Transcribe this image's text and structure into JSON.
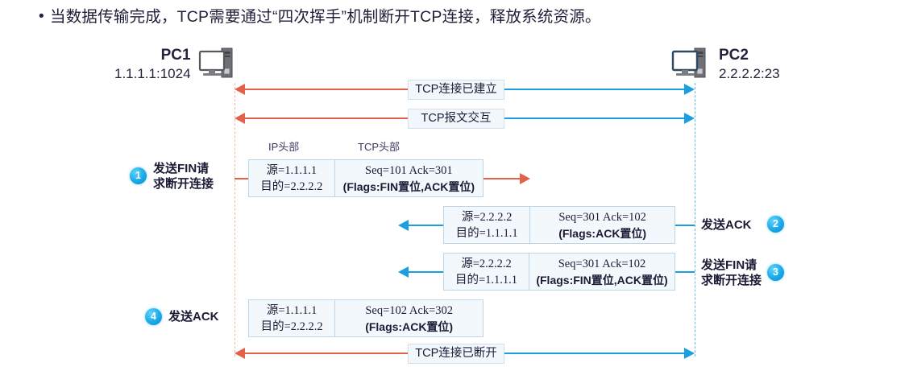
{
  "slide": {
    "bullet_marker": "•",
    "bullet_text": "当数据传输完成，TCP需要通过“四次挥手”机制断开TCP连接，释放系统资源。"
  },
  "endpoints": {
    "left": {
      "name": "PC1",
      "address": "1.1.1.1:1024",
      "icon": "desktop-computer-icon"
    },
    "right": {
      "name": "PC2",
      "address": "2.2.2.2:23",
      "icon": "desktop-computer-icon"
    }
  },
  "status_arrows": [
    {
      "label": "TCP连接已建立"
    },
    {
      "label": "TCP报文交互"
    },
    {
      "label": "TCP连接已断开"
    }
  ],
  "header_captions": {
    "ip": "IP头部",
    "tcp": "TCP头部"
  },
  "steps": [
    {
      "number": "1",
      "note": "发送FIN请\n求断开连接",
      "note_line1": "发送FIN请",
      "note_line2": "求断开连接",
      "direction": "left-to-right",
      "ip": {
        "src": "源=1.1.1.1",
        "dst": "目的=2.2.2.2"
      },
      "tcp": {
        "seq_ack": "Seq=101  Ack=301",
        "flags": "(Flags:FIN置位,ACK置位)"
      }
    },
    {
      "number": "2",
      "note_line1": "发送ACK",
      "note_line2": "",
      "direction": "right-to-left",
      "ip": {
        "src": "源=2.2.2.2",
        "dst": "目的=1.1.1.1"
      },
      "tcp": {
        "seq_ack": "Seq=301 Ack=102",
        "flags": "(Flags:ACK置位)"
      }
    },
    {
      "number": "3",
      "note_line1": "发送FIN请",
      "note_line2": "求断开连接",
      "direction": "right-to-left",
      "ip": {
        "src": "源=2.2.2.2",
        "dst": "目的=1.1.1.1"
      },
      "tcp": {
        "seq_ack": "Seq=301 Ack=102",
        "flags": "(Flags:FIN置位,ACK置位)"
      }
    },
    {
      "number": "4",
      "note_line1": "发送ACK",
      "note_line2": "",
      "direction": "left-to-right",
      "ip": {
        "src": "源=1.1.1.1",
        "dst": "目的=2.2.2.2"
      },
      "tcp": {
        "seq_ack": "Seq=102  Ack=302",
        "flags": "(Flags:ACK置位)"
      }
    }
  ],
  "colors": {
    "client_side": "#e2614a",
    "server_side": "#1b9fe0",
    "badge": "#19a9e8",
    "packet_fill": "#f3f8fc",
    "packet_border": "#bcd6e8"
  }
}
